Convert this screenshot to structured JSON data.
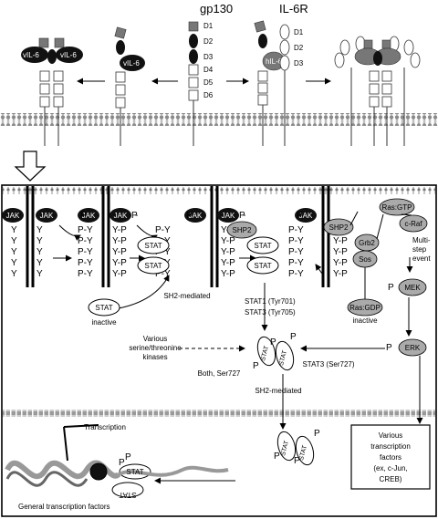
{
  "receptors": {
    "gp130": "gp130",
    "il6r": "IL-6R",
    "domains_gp130": [
      "D1",
      "D2",
      "D3",
      "D4",
      "D5",
      "D6"
    ],
    "domains_il6r": [
      "D1",
      "D2",
      "D3"
    ],
    "vil6": "vIL-6",
    "hil6": "hIL-6"
  },
  "signaling": {
    "jak": "JAK",
    "p": "P",
    "y": "Y",
    "py": "P-Y",
    "yp": "Y-P",
    "stat": "STAT",
    "stat_inactive_label": "inactive",
    "sh2_mediated": "SH2-mediated",
    "shp2": "SHP2",
    "grb2": "Grb2",
    "sos": "Sos",
    "ras_gtp": "Ras:GTP",
    "ras_gdp": "Ras:GDP",
    "ras_inactive": "inactive",
    "craf": "c-Raf",
    "multistep": [
      "Multi-",
      "step",
      "event"
    ],
    "mek": "MEK",
    "erk": "ERK",
    "stat1": "STAT1 (Tyr701)",
    "stat3": "STAT3 (Tyr705)",
    "kinases": [
      "Various",
      "serine/threonine",
      "kinases"
    ],
    "both_ser727": "Both, Ser727",
    "stat3_ser727": "STAT3 (Ser727)",
    "sh2_mediated_2": "SH2-mediated",
    "tf_box": [
      "Various",
      "transcription",
      "factors",
      "(ex, c-Jun,",
      "CREB)"
    ],
    "transcription": "Transcription",
    "general_tf": "General transcription factors"
  },
  "colors": {
    "membrane": "#888888",
    "dark_oval": "#111111",
    "grey_oval": "#9a9a9a",
    "light_grey": "#cccccc"
  }
}
